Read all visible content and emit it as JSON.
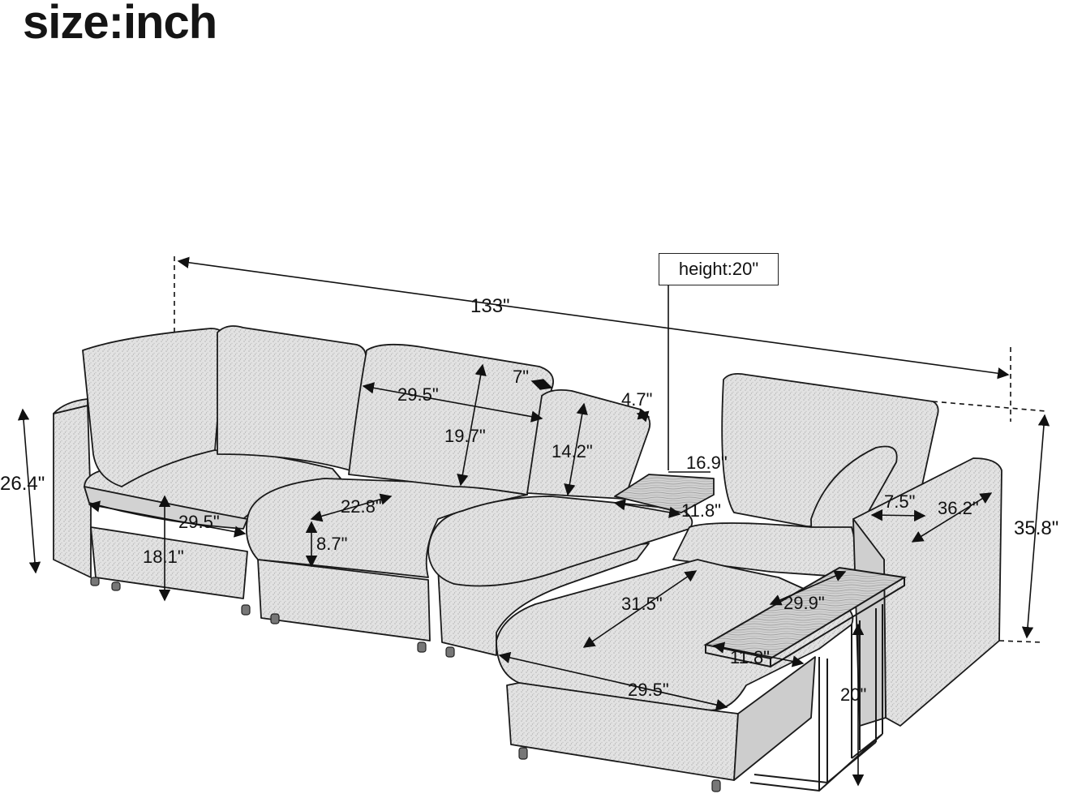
{
  "title": "size:inch",
  "callout": "height:20\"",
  "dimensions": {
    "overall_length": "133\"",
    "back_height": "26.4\"",
    "left_seat_depth": "29.5\"",
    "left_seat_height": "18.1\"",
    "mid_seat_width": "22.8\"",
    "seat_cushion_thickness": "8.7\"",
    "back_cushion_width": "29.5\"",
    "back_cushion_height": "19.7\"",
    "back_cushion_thickness": "7\"",
    "pillow_height": "14.2\"",
    "pillow_thickness": "4.7\"",
    "table_width": "16.9\"",
    "table_depth": "11.8\"",
    "ottoman_depth": "31.5\"",
    "ottoman_width": "29.5\"",
    "right_seat_depth": "29.9\"",
    "arm_width": "7.5\"",
    "right_depth": "36.2\"",
    "right_height": "35.8\"",
    "side_table_depth": "11.8\"",
    "side_table_height": "20\""
  },
  "colors": {
    "line": "#1a1a1a",
    "fabric": "#dcdcdc",
    "fabric_dark": "#b8b8b8",
    "wood": "#c9c9c9"
  }
}
